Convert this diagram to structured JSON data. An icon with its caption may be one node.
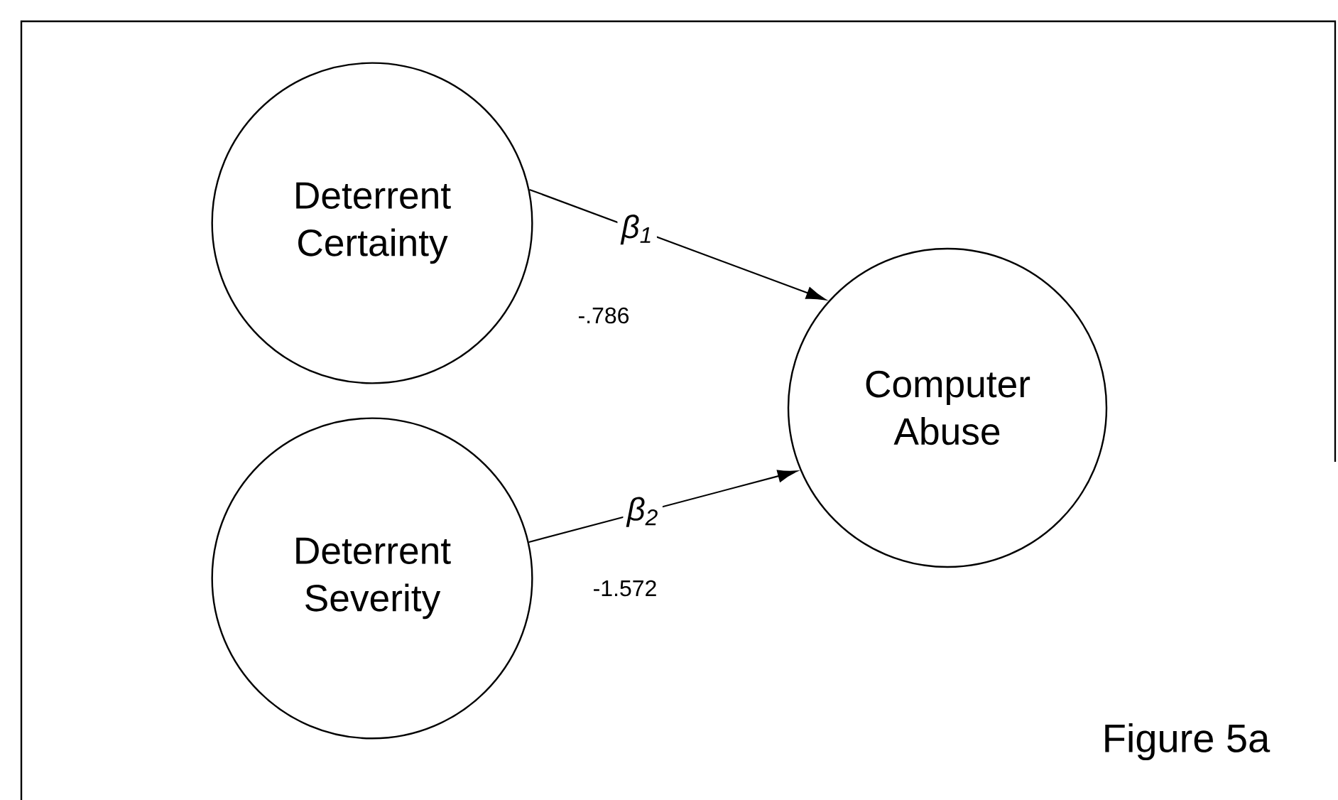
{
  "diagram": {
    "nodes": [
      {
        "text": [
          "Deterrent Certainty"
        ]
      },
      {
        "text": [
          "Computer Abuse"
        ]
      },
      {
        "text": [
          "Deterrent Severity"
        ]
      }
    ],
    "edges": [
      {
        "from": 0,
        "to": 1,
        "arrow": "to",
        "label": "β$_{1}$"
      },
      {
        "from": 2,
        "to": 1,
        "arrow": "to",
        "label": "β$_{2}$"
      }
    ],
    "labels": [
      "-.786",
      "-1.572",
      "Figure 5a"
    ]
  }
}
